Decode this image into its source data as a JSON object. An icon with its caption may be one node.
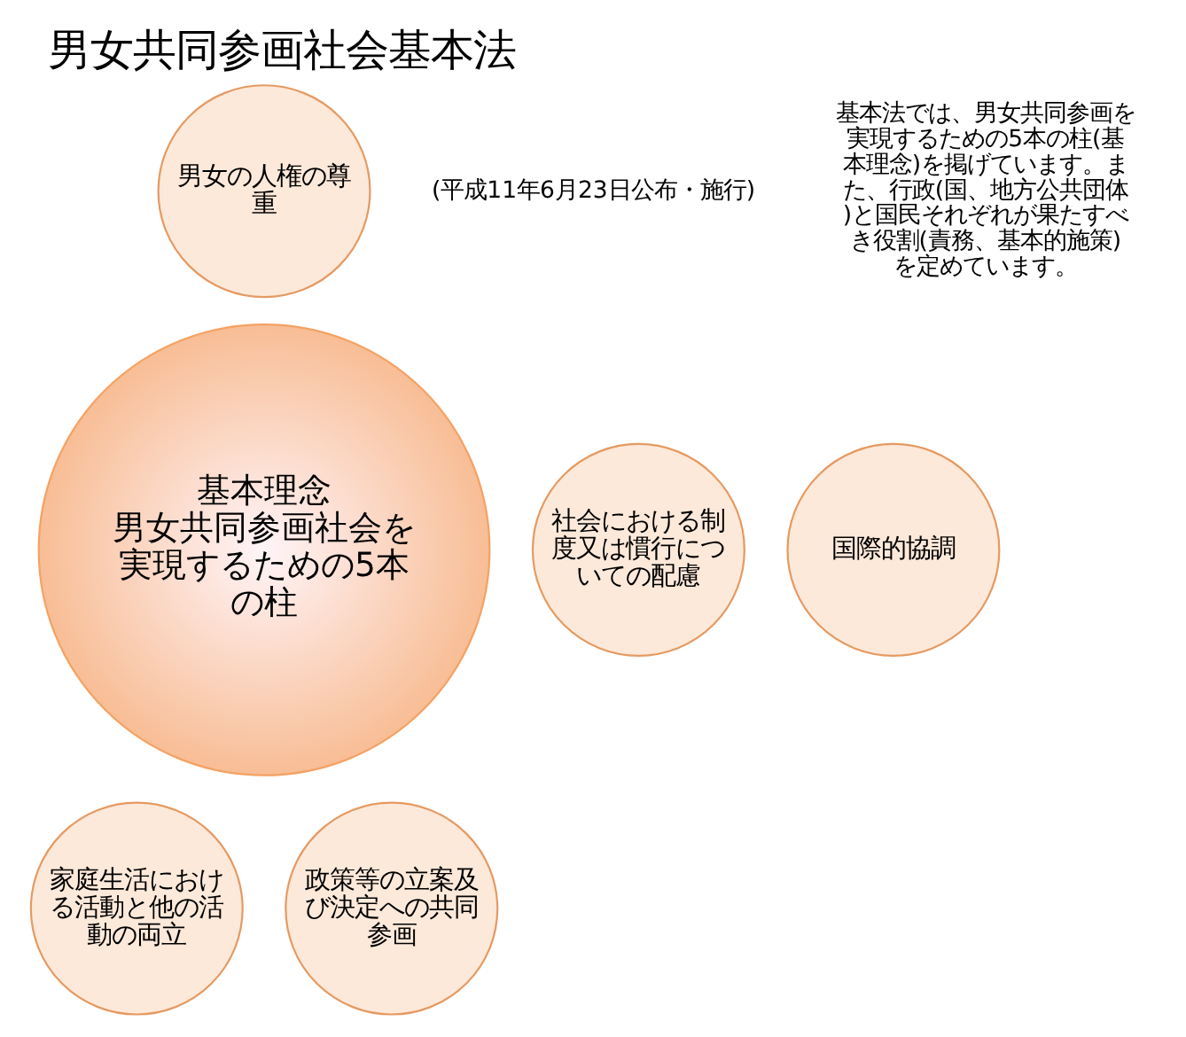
{
  "diagram": {
    "title": "男女共同参画社会基本法",
    "nodes": [
      {
        "text": [
          "男女の人権の尊重"
        ]
      },
      {
        "text": [
          "国際的協調"
        ]
      },
      {
        "text": [
          "基本理念",
          "男女共同参画社会を実現するための5本の柱"
        ]
      },
      {
        "text": [
          "社会における制度又は慣行についての配慮"
        ]
      },
      {
        "text": [
          "家庭生活における活動と他の活動の両立"
        ]
      },
      {
        "text": [
          "政策等の立案及び決定への共同参画"
        ]
      }
    ],
    "labels": [
      "(平成11年6月23日公布・施行)",
      "基本法では、男女共同参画を実現するための5本の柱(基本理念)を掲げています。また、行政(国、地方公共団体)と国民それぞれが果たすべき役割(責務、基本的施策)を定めています。"
    ]
  }
}
